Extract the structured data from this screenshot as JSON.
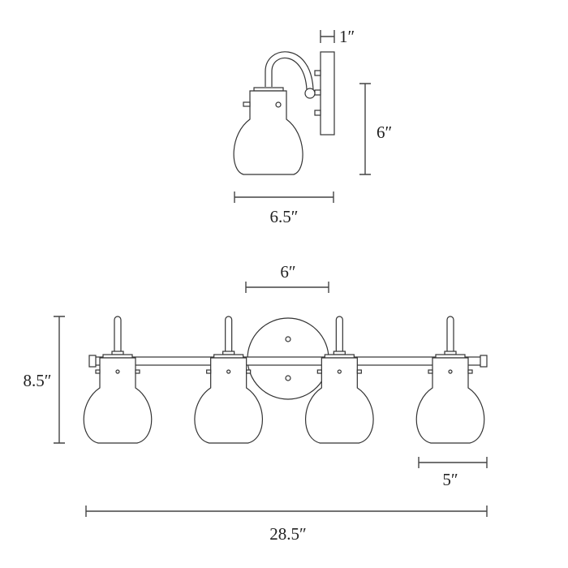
{
  "side_view": {
    "depth_label": "1″",
    "height_label": "6″",
    "width_label": "6.5″"
  },
  "front_view": {
    "backplate_label": "6″",
    "height_label": "8.5″",
    "shade_width_label": "5″",
    "total_width_label": "28.5″",
    "shade_count": 4
  },
  "colors": {
    "line": "#333333",
    "background": "#ffffff"
  }
}
